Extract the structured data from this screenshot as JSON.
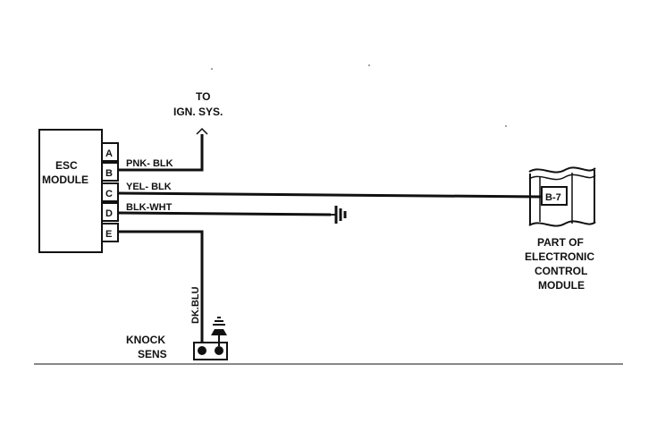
{
  "ignition": {
    "line1": "TO",
    "line2": "IGN. SYS."
  },
  "esc_module": {
    "line1": "ESC",
    "line2": "MODULE"
  },
  "pins": [
    "A",
    "B",
    "C",
    "D",
    "E"
  ],
  "wires": {
    "b": "PNK- BLK",
    "c": "YEL- BLK",
    "d": "BLK-WHT",
    "e": "DK.BLU"
  },
  "ecm_pin": "B-7",
  "ecm_label": {
    "line1": "PART OF",
    "line2": "ELECTRONIC",
    "line3": "CONTROL",
    "line4": "MODULE"
  },
  "knock_sensor": {
    "line1": "KNOCK",
    "line2": "SENS"
  }
}
